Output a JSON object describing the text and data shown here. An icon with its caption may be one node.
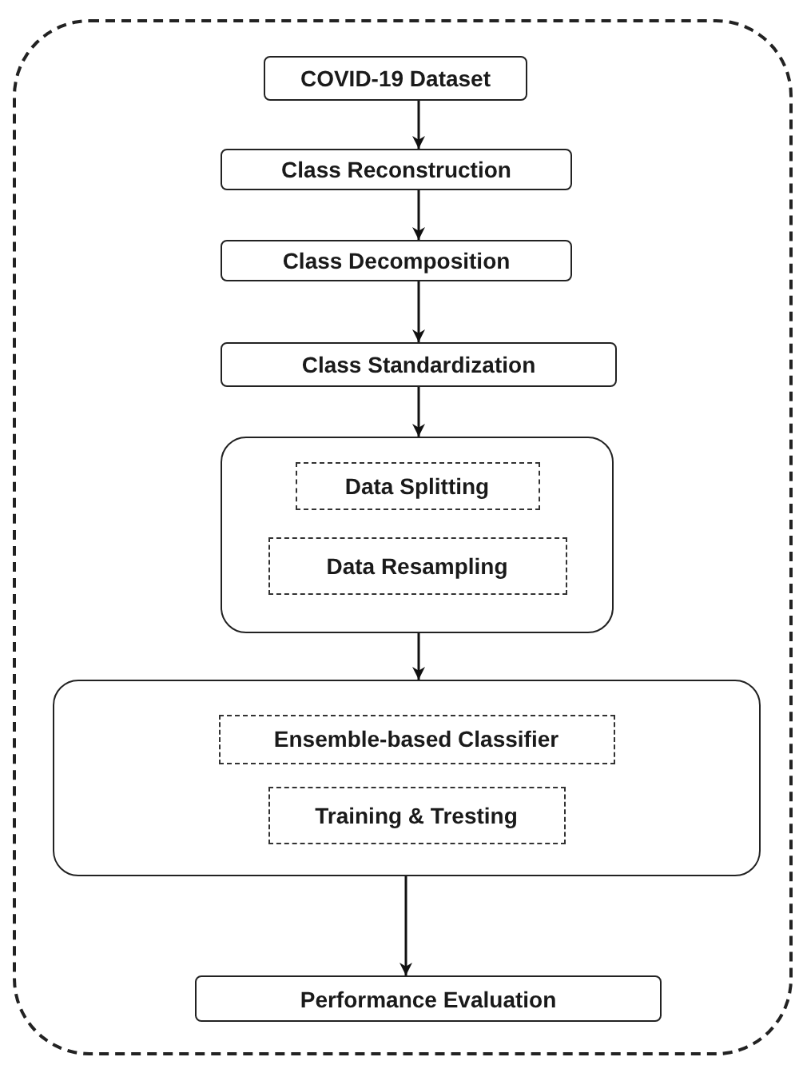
{
  "diagram": {
    "nodes": [
      {
        "text": [],
        "shape": "box"
      },
      {
        "text": [
          "COVID-19 Dataset"
        ],
        "in": 0
      },
      {
        "text": [
          "Class Reconstruction"
        ],
        "in": 0
      },
      {
        "text": [
          "Class Decomposition"
        ],
        "in": 0
      },
      {
        "text": [
          "Class Standardization"
        ],
        "in": 0
      },
      {
        "text": [],
        "shape": "box",
        "in": 0
      },
      {
        "text": [
          "Data Splitting"
        ],
        "in": 5
      },
      {
        "text": [
          "Data Resampling"
        ],
        "in": 5
      },
      {
        "text": [],
        "shape": "box",
        "in": 0
      },
      {
        "text": [
          "Ensemble-based Classifier"
        ],
        "in": 8
      },
      {
        "text": [
          "Training & Tresting"
        ],
        "in": 8
      },
      {
        "text": [
          "Performance Evaluation"
        ],
        "in": 0
      }
    ],
    "edges": [
      {
        "from": 1,
        "to": 2,
        "arrow": "to"
      },
      {
        "from": 2,
        "to": 3,
        "arrow": "to"
      },
      {
        "from": 3,
        "to": 4,
        "arrow": "to"
      },
      {
        "from": 4,
        "to": 5,
        "arrow": "to"
      },
      {
        "from": 5,
        "to": 8,
        "arrow": "to"
      },
      {
        "from": 8,
        "to": 11,
        "arrow": "to"
      }
    ]
  }
}
